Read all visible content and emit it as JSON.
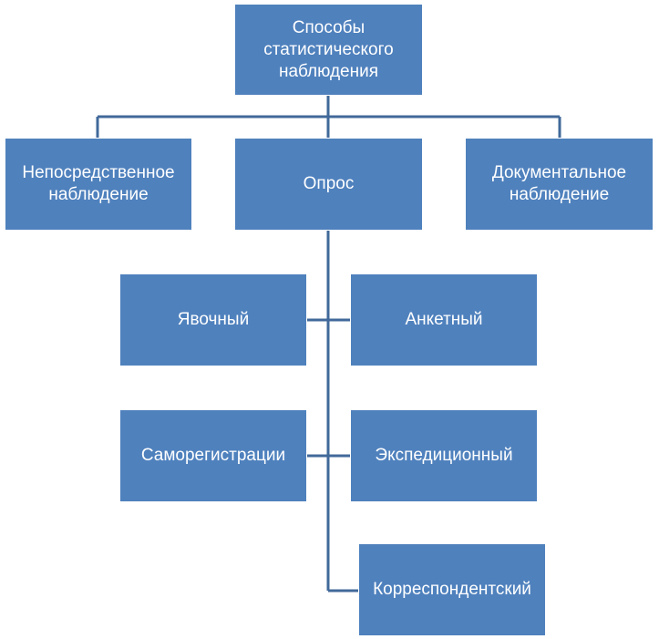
{
  "diagram": {
    "root": {
      "label": "Способы\nстатистического\nнаблюдения"
    },
    "level1": [
      {
        "label": "Непосредственное\nнаблюдение"
      },
      {
        "label": "Опрос"
      },
      {
        "label": "Документальное\nнаблюдение"
      }
    ],
    "survey_children": [
      {
        "label": "Явочный"
      },
      {
        "label": "Анкетный"
      },
      {
        "label": "Саморегистрации"
      },
      {
        "label": "Экспедиционный"
      },
      {
        "label": "Корреспондентский"
      }
    ]
  },
  "colors": {
    "box_fill": "#4f81bd",
    "connector": "#41699a",
    "text": "#ffffff"
  }
}
